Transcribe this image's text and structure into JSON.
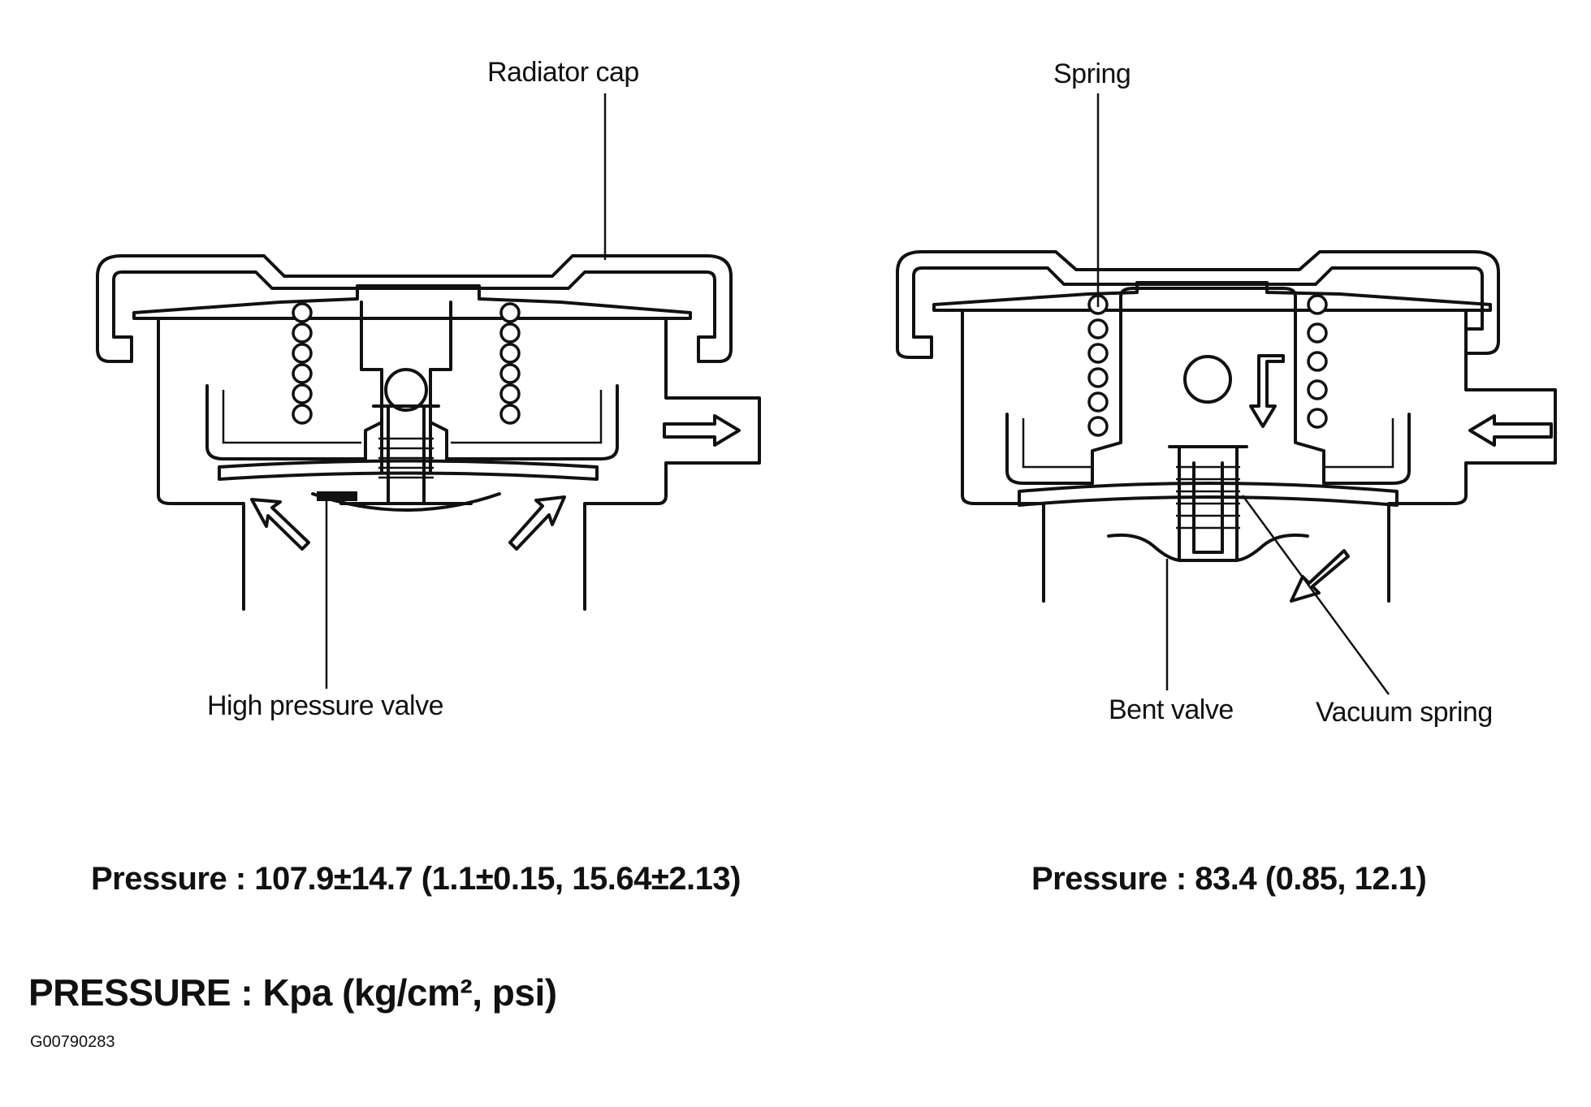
{
  "left_cap": {
    "callout_top": "Radiator cap",
    "callout_bottom": "High pressure valve",
    "pressure": "Pressure : 107.9±14.7 (1.1±0.15, 15.64±2.13)"
  },
  "right_cap": {
    "callout_top": "Spring",
    "callout_bottom_1": "Bent valve",
    "callout_bottom_2": "Vacuum spring",
    "pressure": "Pressure : 83.4 (0.85, 12.1)"
  },
  "units_note": "PRESSURE : Kpa (kg/cm², psi)",
  "figure_id": "G00790283",
  "icons": [
    "flow-arrow-icon",
    "coil-spring-icon"
  ]
}
